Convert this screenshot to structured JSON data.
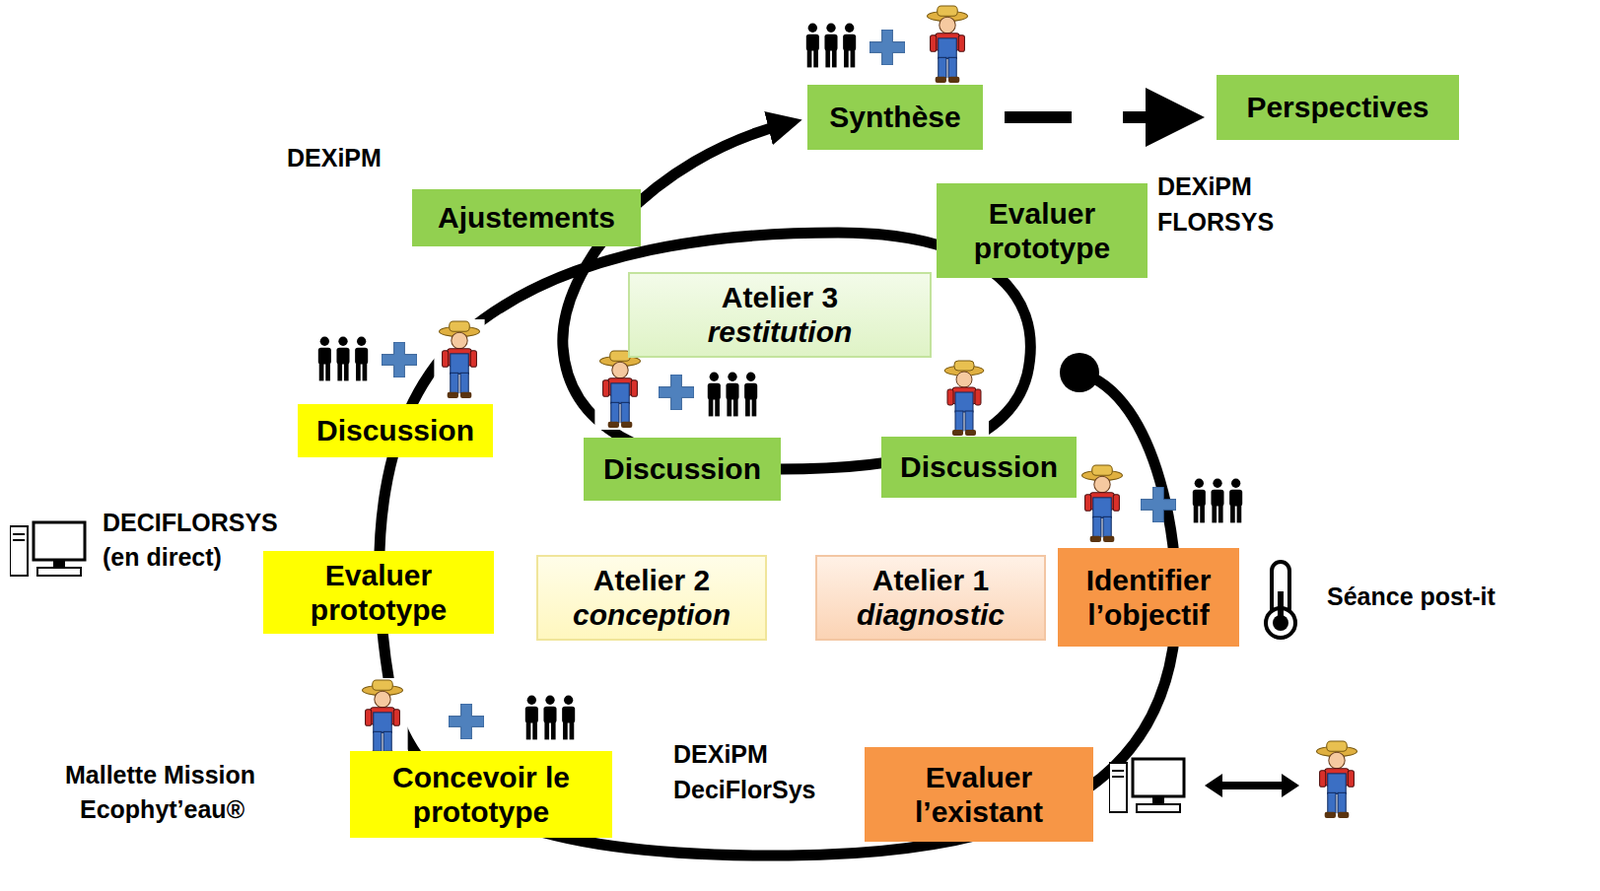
{
  "diagram": {
    "nodes": [
      {
        "text": [
          "Synthèse"
        ]
      },
      {
        "text": [
          "Perspectives"
        ]
      },
      {
        "text": [
          "Ajustements"
        ]
      },
      {
        "text": [
          "Evaluer prototype"
        ]
      },
      {
        "text": [
          "Atelier 3",
          "restitution"
        ]
      },
      {
        "text": [
          "Discussion"
        ]
      },
      {
        "text": [
          "Discussion"
        ]
      },
      {
        "text": [
          "Discussion"
        ]
      },
      {
        "text": [
          "Evaluer prototype"
        ]
      },
      {
        "text": [
          "Atelier 2",
          "conception"
        ]
      },
      {
        "text": [
          "Atelier 1",
          "diagnostic"
        ]
      },
      {
        "text": [
          "Identifier l’objectif"
        ]
      },
      {
        "text": [
          "Concevoir le prototype"
        ]
      },
      {
        "text": [
          "Evaluer l’existant"
        ]
      }
    ],
    "edges": [
      {
        "from": 0,
        "to": 1,
        "arrow": "to"
      }
    ],
    "labels": [
      "DEXiPM",
      "DEXiPM",
      "FLORSYS",
      "DECIFLORSYS",
      "(en direct)",
      "Séance post-it",
      "Mallette Mission",
      "Ecophyt’eau®",
      "DEXiPM",
      "DeciFlorSys"
    ]
  }
}
